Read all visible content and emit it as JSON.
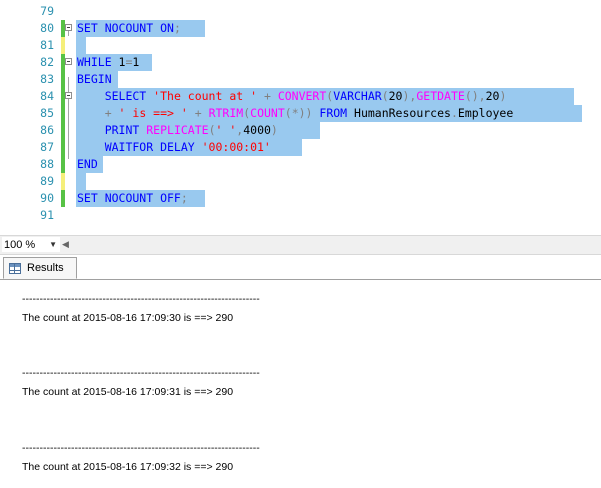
{
  "editor": {
    "line_numbers": [
      "79",
      "80",
      "81",
      "82",
      "83",
      "84",
      "85",
      "86",
      "87",
      "88",
      "89",
      "90",
      "91"
    ],
    "lines": [
      {
        "tokens": []
      },
      {
        "tokens": [
          {
            "t": "SET NOCOUNT ON",
            "c": "kw"
          },
          {
            "t": ";",
            "c": "gr"
          }
        ]
      },
      {
        "tokens": []
      },
      {
        "tokens": [
          {
            "t": "WHILE ",
            "c": "kw"
          },
          {
            "t": "1",
            "c": ""
          },
          {
            "t": "=",
            "c": "gr"
          },
          {
            "t": "1",
            "c": ""
          }
        ]
      },
      {
        "tokens": [
          {
            "t": "BEGIN",
            "c": "kw"
          }
        ]
      },
      {
        "tokens": [
          {
            "t": "    SELECT ",
            "c": "kw"
          },
          {
            "t": "'The count at '",
            "c": "str"
          },
          {
            "t": " + ",
            "c": "gr"
          },
          {
            "t": "CONVERT",
            "c": "fn"
          },
          {
            "t": "(",
            "c": "gr"
          },
          {
            "t": "VARCHAR",
            "c": "kw"
          },
          {
            "t": "(",
            "c": "gr"
          },
          {
            "t": "20",
            "c": ""
          },
          {
            "t": "),",
            "c": "gr"
          },
          {
            "t": "GETDATE",
            "c": "fn"
          },
          {
            "t": "(),",
            "c": "gr"
          },
          {
            "t": "20",
            "c": ""
          },
          {
            "t": ")",
            "c": "gr"
          }
        ]
      },
      {
        "tokens": [
          {
            "t": "    + ",
            "c": "gr"
          },
          {
            "t": "' is ==> '",
            "c": "str"
          },
          {
            "t": " + ",
            "c": "gr"
          },
          {
            "t": "RTRIM",
            "c": "fn"
          },
          {
            "t": "(",
            "c": "gr"
          },
          {
            "t": "COUNT",
            "c": "fn"
          },
          {
            "t": "(*))",
            "c": "gr"
          },
          {
            "t": " FROM ",
            "c": "kw"
          },
          {
            "t": "HumanResources",
            "c": ""
          },
          {
            "t": ".",
            "c": "gr"
          },
          {
            "t": "Employee",
            "c": ""
          }
        ]
      },
      {
        "tokens": [
          {
            "t": "    PRINT ",
            "c": "kw"
          },
          {
            "t": "REPLICATE",
            "c": "fn"
          },
          {
            "t": "(",
            "c": "gr"
          },
          {
            "t": "' '",
            "c": "str"
          },
          {
            "t": ",",
            "c": "gr"
          },
          {
            "t": "4000",
            "c": ""
          },
          {
            "t": ")",
            "c": "gr"
          }
        ]
      },
      {
        "tokens": [
          {
            "t": "    WAITFOR DELAY ",
            "c": "kw"
          },
          {
            "t": "'00:00:01'",
            "c": "str"
          }
        ]
      },
      {
        "tokens": [
          {
            "t": "END",
            "c": "kw"
          }
        ]
      },
      {
        "tokens": []
      },
      {
        "tokens": [
          {
            "t": "SET NOCOUNT OFF",
            "c": "kw"
          },
          {
            "t": ";",
            "c": "gr"
          }
        ]
      },
      {
        "tokens": []
      }
    ]
  },
  "zoom": {
    "label": "100 %",
    "dropdown_icon": "chevron-down-icon"
  },
  "tabs": [
    {
      "label": "Results",
      "icon": "grid-icon"
    }
  ],
  "results": {
    "separator": "--------------------------------------------------------------------",
    "rows": [
      "The count at 2015-08-16 17:09:30 is ==> 290",
      "The count at 2015-08-16 17:09:31 is ==> 290",
      "The count at 2015-08-16 17:09:32 is ==> 290"
    ]
  },
  "colors": {
    "keyword": "#0000ff",
    "string": "#ff0000",
    "function": "#ff00ff",
    "operator": "#808080",
    "selection": "#99c9ef",
    "line_number": "#2b91af"
  }
}
